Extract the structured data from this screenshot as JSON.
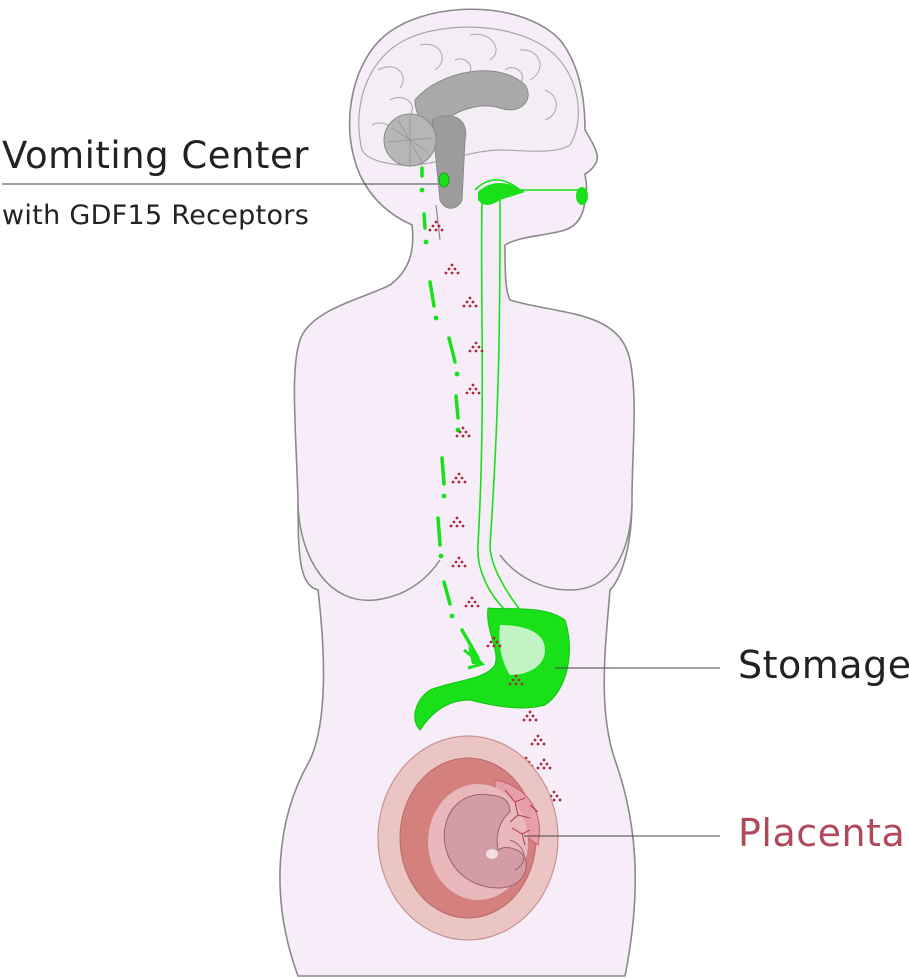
{
  "labels": {
    "vomiting_center": "Vomiting Center",
    "receptors": "with GDF15 Receptors",
    "stomach": "Stomage",
    "placenta": "Placenta"
  },
  "colors": {
    "body_fill": "#f6edf8",
    "body_outline": "#8a8a8a",
    "signal_green": "#19e019",
    "particle_red": "#b02838",
    "uterus_outer": "#ebc4c4",
    "uterus_mid": "#d4807c",
    "amniotic": "#e8b8bc",
    "placenta_label": "#b04a5a",
    "text": "#222222"
  },
  "icons": {
    "brain": "brain-icon",
    "stomach": "stomach-icon",
    "fetus": "fetus-icon"
  }
}
